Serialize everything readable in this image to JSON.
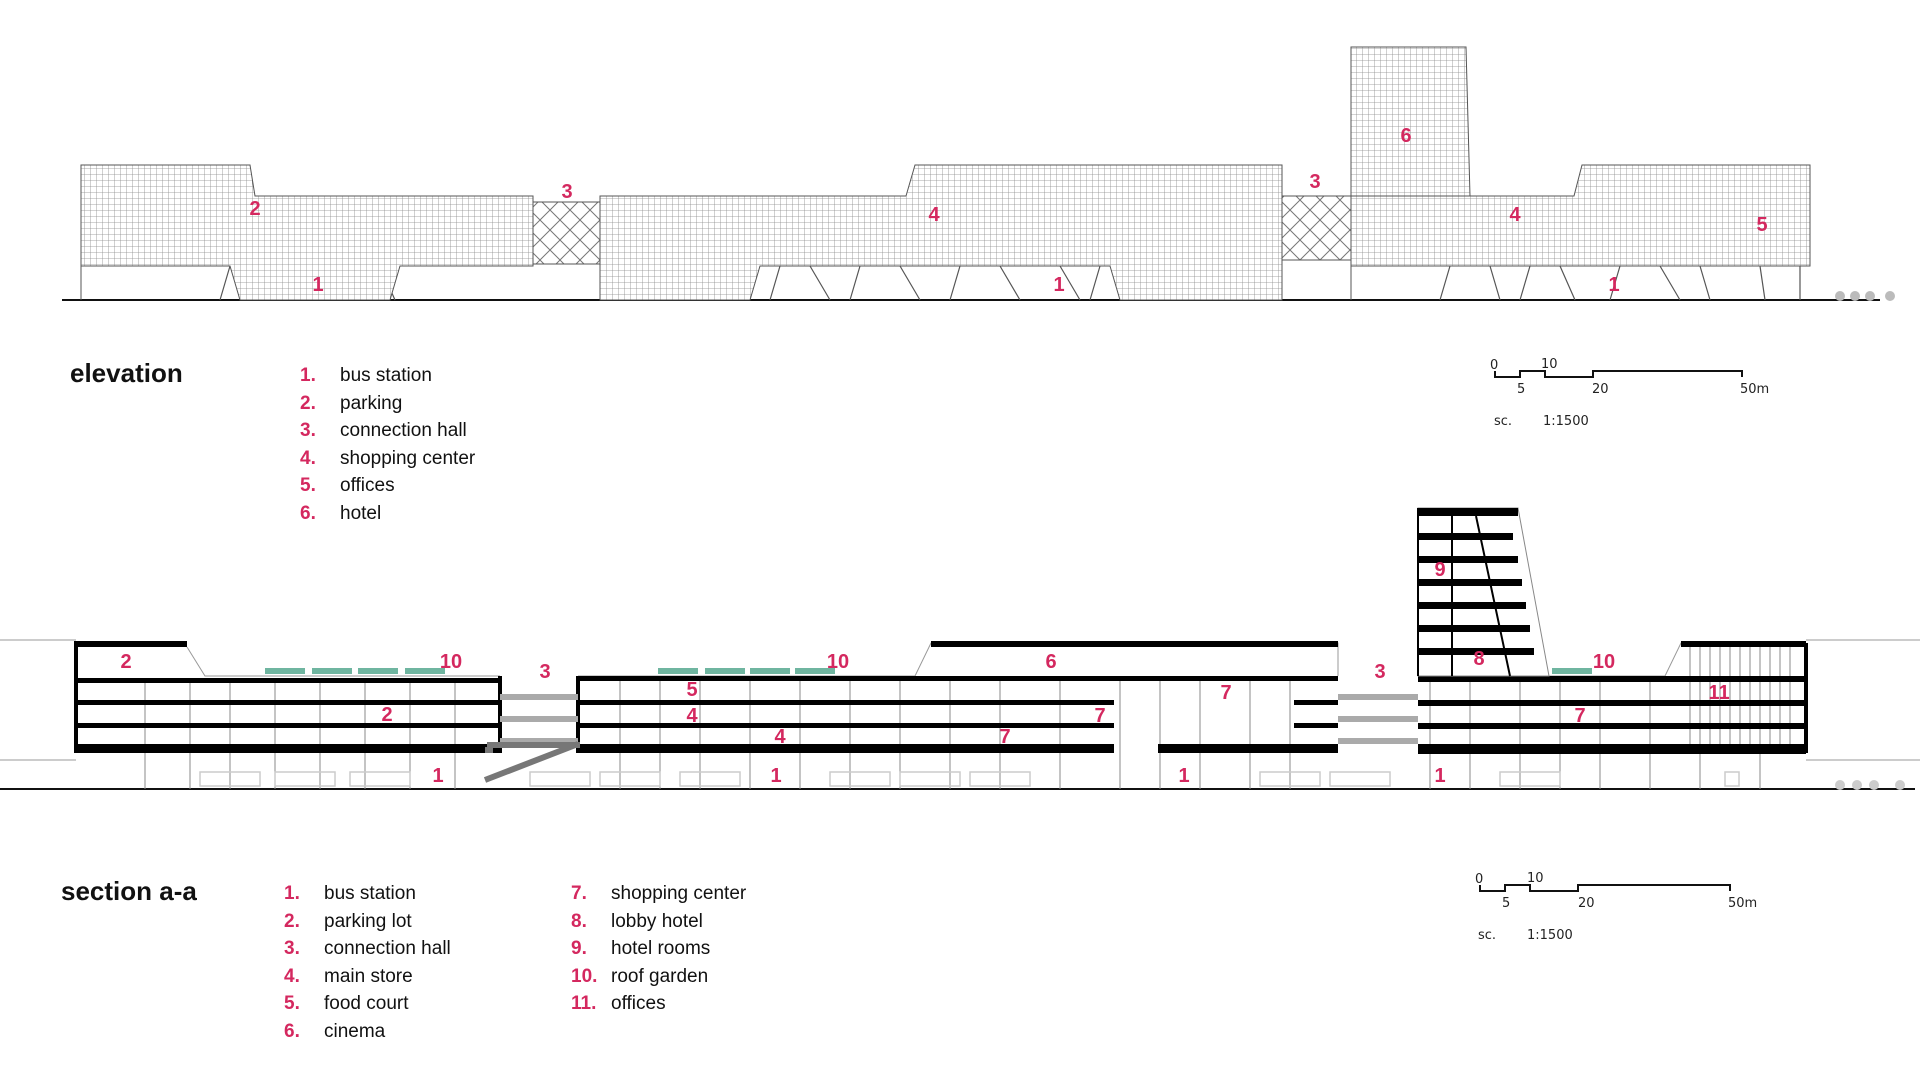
{
  "elevation": {
    "title": "elevation",
    "legend": [
      {
        "num": "1.",
        "label": "bus station"
      },
      {
        "num": "2.",
        "label": "parking"
      },
      {
        "num": "3.",
        "label": "connection hall"
      },
      {
        "num": "4.",
        "label": "shopping center"
      },
      {
        "num": "5.",
        "label": "offices"
      },
      {
        "num": "6.",
        "label": "hotel"
      }
    ],
    "markers": [
      "2",
      "3",
      "1",
      "4",
      "1",
      "3",
      "6",
      "4",
      "5",
      "1"
    ],
    "scale": {
      "ticks": [
        "0",
        "10",
        "5",
        "20",
        "50m"
      ],
      "label": "sc.",
      "ratio": "1:1500"
    }
  },
  "section": {
    "title": "section a-a",
    "legend": [
      {
        "num": "1.",
        "label": "bus station"
      },
      {
        "num": "2.",
        "label": "parking lot"
      },
      {
        "num": "3.",
        "label": "connection hall"
      },
      {
        "num": "4.",
        "label": "main store"
      },
      {
        "num": "5.",
        "label": "food court"
      },
      {
        "num": "6.",
        "label": "cinema"
      },
      {
        "num": "7.",
        "label": "shopping center"
      },
      {
        "num": "8.",
        "label": "lobby hotel"
      },
      {
        "num": "9.",
        "label": "hotel rooms"
      },
      {
        "num": "10.",
        "label": "roof garden"
      },
      {
        "num": "11.",
        "label": "offices"
      }
    ],
    "markers": [
      "2",
      "10",
      "3",
      "2",
      "1",
      "5",
      "4",
      "4",
      "10",
      "6",
      "7",
      "7",
      "7",
      "1",
      "1",
      "3",
      "9",
      "8",
      "10",
      "7",
      "11",
      "1"
    ],
    "scale": {
      "ticks": [
        "0",
        "10",
        "5",
        "20",
        "50m"
      ],
      "label": "sc.",
      "ratio": "1:1500"
    }
  },
  "colors": {
    "marker": "#d4285f",
    "text": "#111111",
    "garden": "#6fb5a0"
  }
}
